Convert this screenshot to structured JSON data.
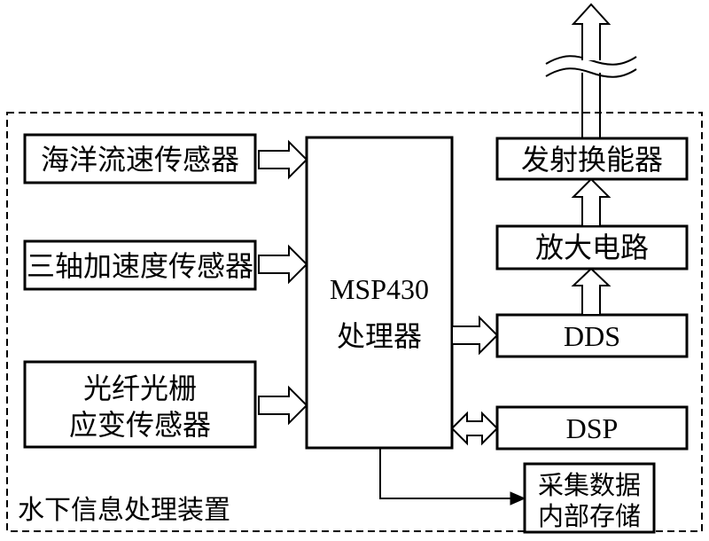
{
  "container": {
    "label": "水下信息处理装置"
  },
  "sensors": {
    "ocean_flow": "海洋流速传感器",
    "triaxial_accel": "三轴加速度传感器",
    "fiber_grating_line1": "光纤光栅",
    "fiber_grating_line2": "应变传感器"
  },
  "processor": {
    "line1": "MSP430",
    "line2": "处理器"
  },
  "outputs": {
    "transducer": "发射换能器",
    "amplifier": "放大电路",
    "dds": "DDS",
    "dsp": "DSP",
    "storage_line1": "采集数据",
    "storage_line2": "内部存储"
  },
  "colors": {
    "stroke": "#000000",
    "background": "#ffffff"
  }
}
